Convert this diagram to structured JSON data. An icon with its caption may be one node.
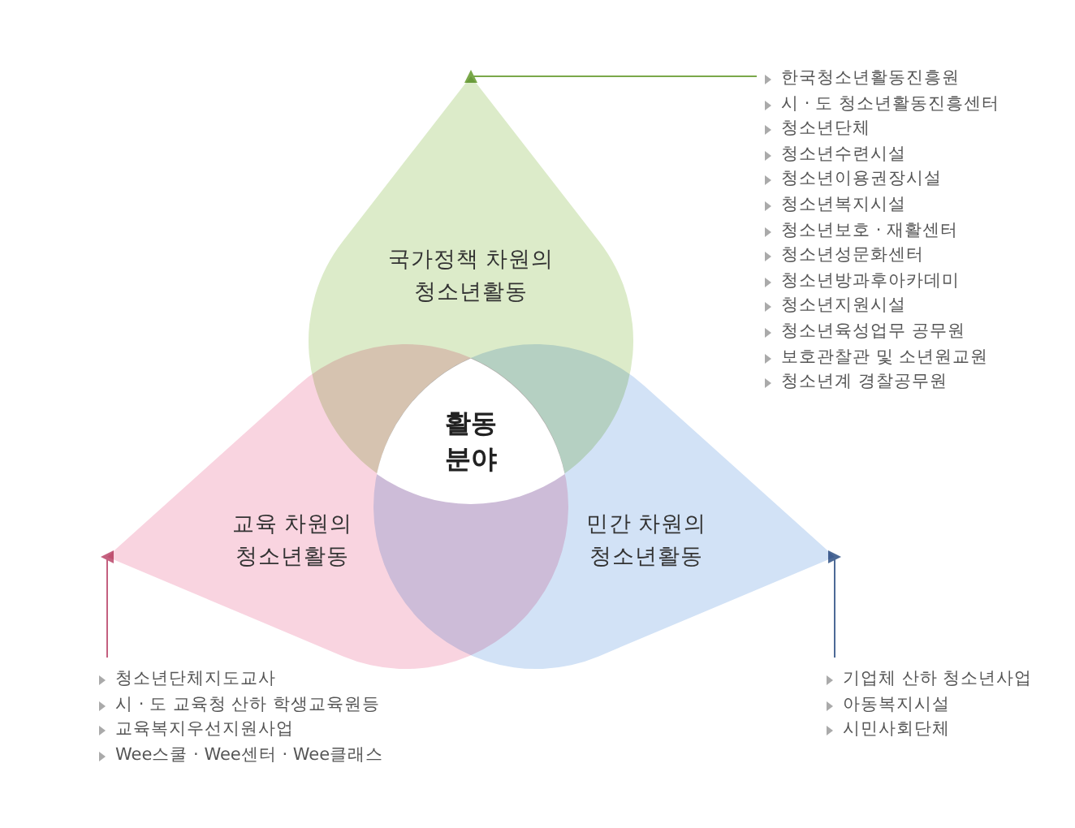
{
  "diagram": {
    "nodes": [
      {
        "text": [
          "국가정책 차원의 청소년활동"
        ]
      },
      {
        "text": [
          "교육 차원의 청소년활동"
        ]
      },
      {
        "text": [
          "민간 차원의 청소년활동"
        ]
      },
      {
        "text": [
          "활동 분야"
        ]
      },
      {
        "text": [
          "한국청소년활동진흥원",
          "시 · 도 청소년활동진흥센터",
          "청소년단체",
          "청소년수련시설",
          "청소년이용권장시설",
          "청소년복지시설",
          "청소년보호 · 재활센터",
          "청소년성문화센터",
          "청소년방과후아카데미",
          "청소년지원시설",
          "청소년육성업무 공무원",
          "보호관찰관 및 소년원교원",
          "청소년계 경찰공무원"
        ]
      },
      {
        "text": [
          "청소년단체지도교사",
          "시 · 도 교육청 산하 학생교육원등",
          "교육복지우선지원사업",
          "Wee스쿨 · Wee센터 · Wee클래스"
        ]
      },
      {
        "text": [
          "기업체 산하 청소년사업",
          "아동복지시설",
          "시민사회단체"
        ]
      }
    ],
    "edges": [
      {
        "from": 4,
        "to": 0,
        "arrow": "to",
        "color": "#7aa84a"
      },
      {
        "from": 5,
        "to": 1,
        "arrow": "to",
        "color": "#c4607f"
      },
      {
        "from": 6,
        "to": 2,
        "arrow": "to",
        "color": "#4d6a96"
      }
    ]
  }
}
